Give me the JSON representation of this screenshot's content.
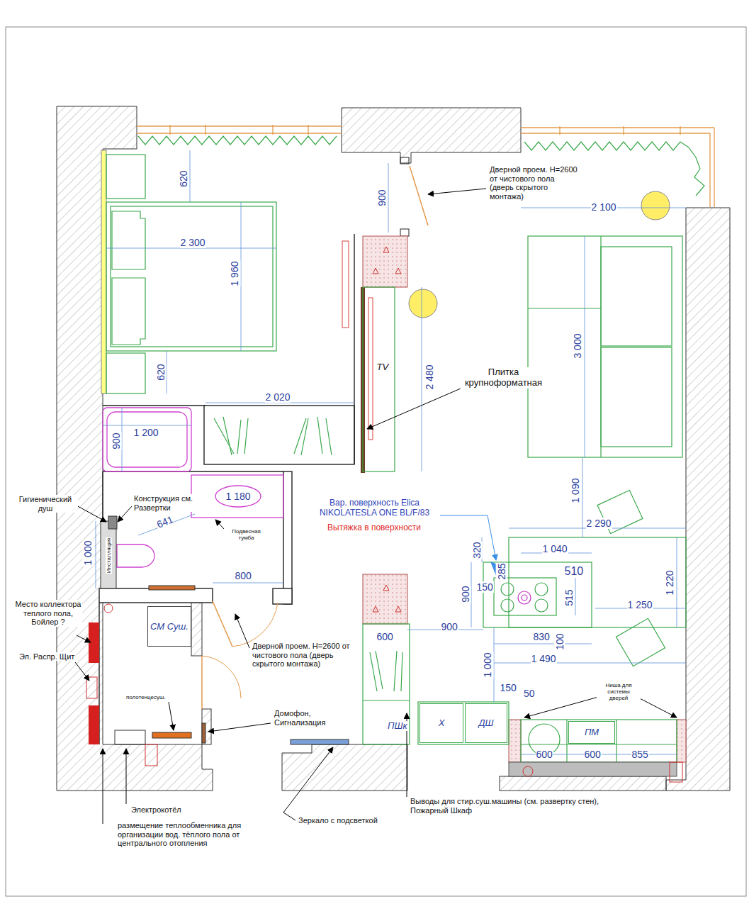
{
  "diagram": {
    "nodes": [
      {
        "text": [
          "СМ Суш."
        ]
      },
      {
        "text": [
          "Х"
        ]
      },
      {
        "text": [
          "ДШ"
        ]
      },
      {
        "text": [
          "ПМ"
        ]
      }
    ],
    "labels": [
      "620",
      "900",
      "Дверной проем. H=2600 от чистового пола (дверь скрытого монтажа)",
      "2 300",
      "1 960",
      "2 100",
      "TV",
      "2 480",
      "3 000",
      "Плитка крупноформатная",
      "620",
      "2 020",
      "1 200",
      "900",
      "1 180",
      "1 090",
      "Вар. поверхность Elica NIKOLATESLA ONE BL/F/83",
      "Вытяжка в поверхности",
      "Гигиенический душ",
      "Конструкция см. Развертки",
      "641",
      "Подвесная тумба",
      "2 290",
      "1 040",
      "320",
      "285",
      "510",
      "Инсталляция",
      "1 000",
      "900",
      "150",
      "515",
      "1 220",
      "1 250",
      "800",
      "Место коллектора теплого пола, Бойлер ?",
      "600",
      "900",
      "830",
      "100",
      "Эл. Распр. Щит",
      "полотенцесуш.",
      "Дверной проем. H=2600 от чистового пола (дверь скрытого монтажа)",
      "1 000",
      "1 490",
      "Ниша для системы дверей",
      "150",
      "50",
      "Домофон, Сигнализация",
      "ПШк",
      "600",
      "600",
      "855",
      "Электрокотёл",
      "размещение теплообменника для организации вод. тёплого пола от центрального отопления",
      "Зеркало с подсветкой",
      "Выводы для стир.суш.машины (см. развертку стен), Пожарный Шкаф"
    ]
  }
}
